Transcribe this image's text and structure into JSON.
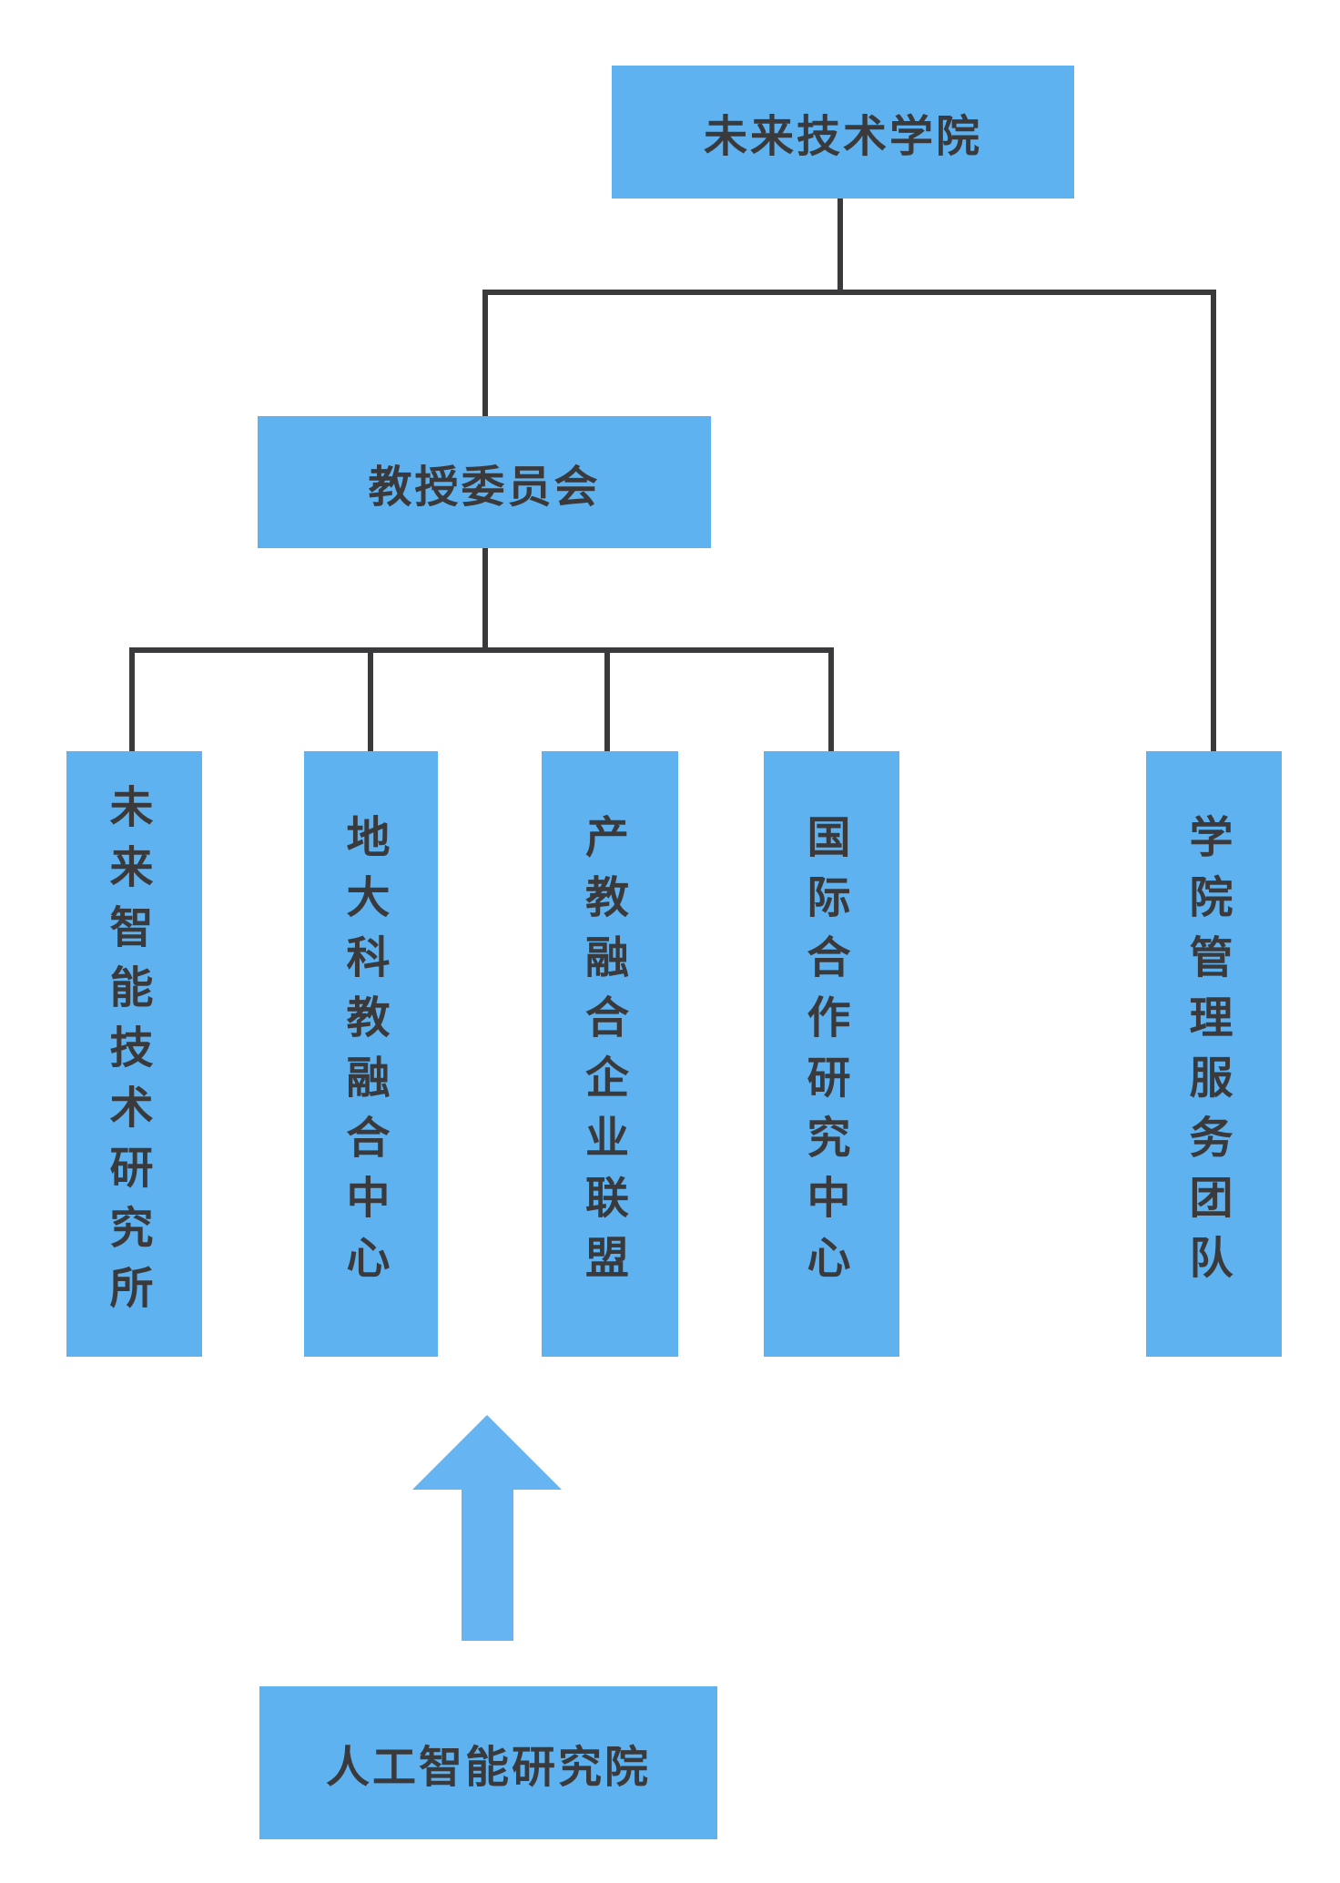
{
  "colors": {
    "background": "#FFFFFF",
    "node_fill": "#5FB2F0",
    "arrow_fill": "#66B5F2",
    "line": "#3A3A3C",
    "text": "#3A3A3C"
  },
  "org_chart": {
    "root": {
      "label": "未来技术学院"
    },
    "committee": {
      "label": "教授委员会"
    },
    "departments": [
      {
        "label": "未来智能技术研究所"
      },
      {
        "label": "地大科教融合中心"
      },
      {
        "label": "产教融合企业联盟"
      },
      {
        "label": "国际合作研究中心"
      },
      {
        "label": "学院管理服务团队"
      }
    ],
    "affiliate": {
      "label": "人工智能研究院"
    },
    "arrow_icon": "arrow-up"
  }
}
